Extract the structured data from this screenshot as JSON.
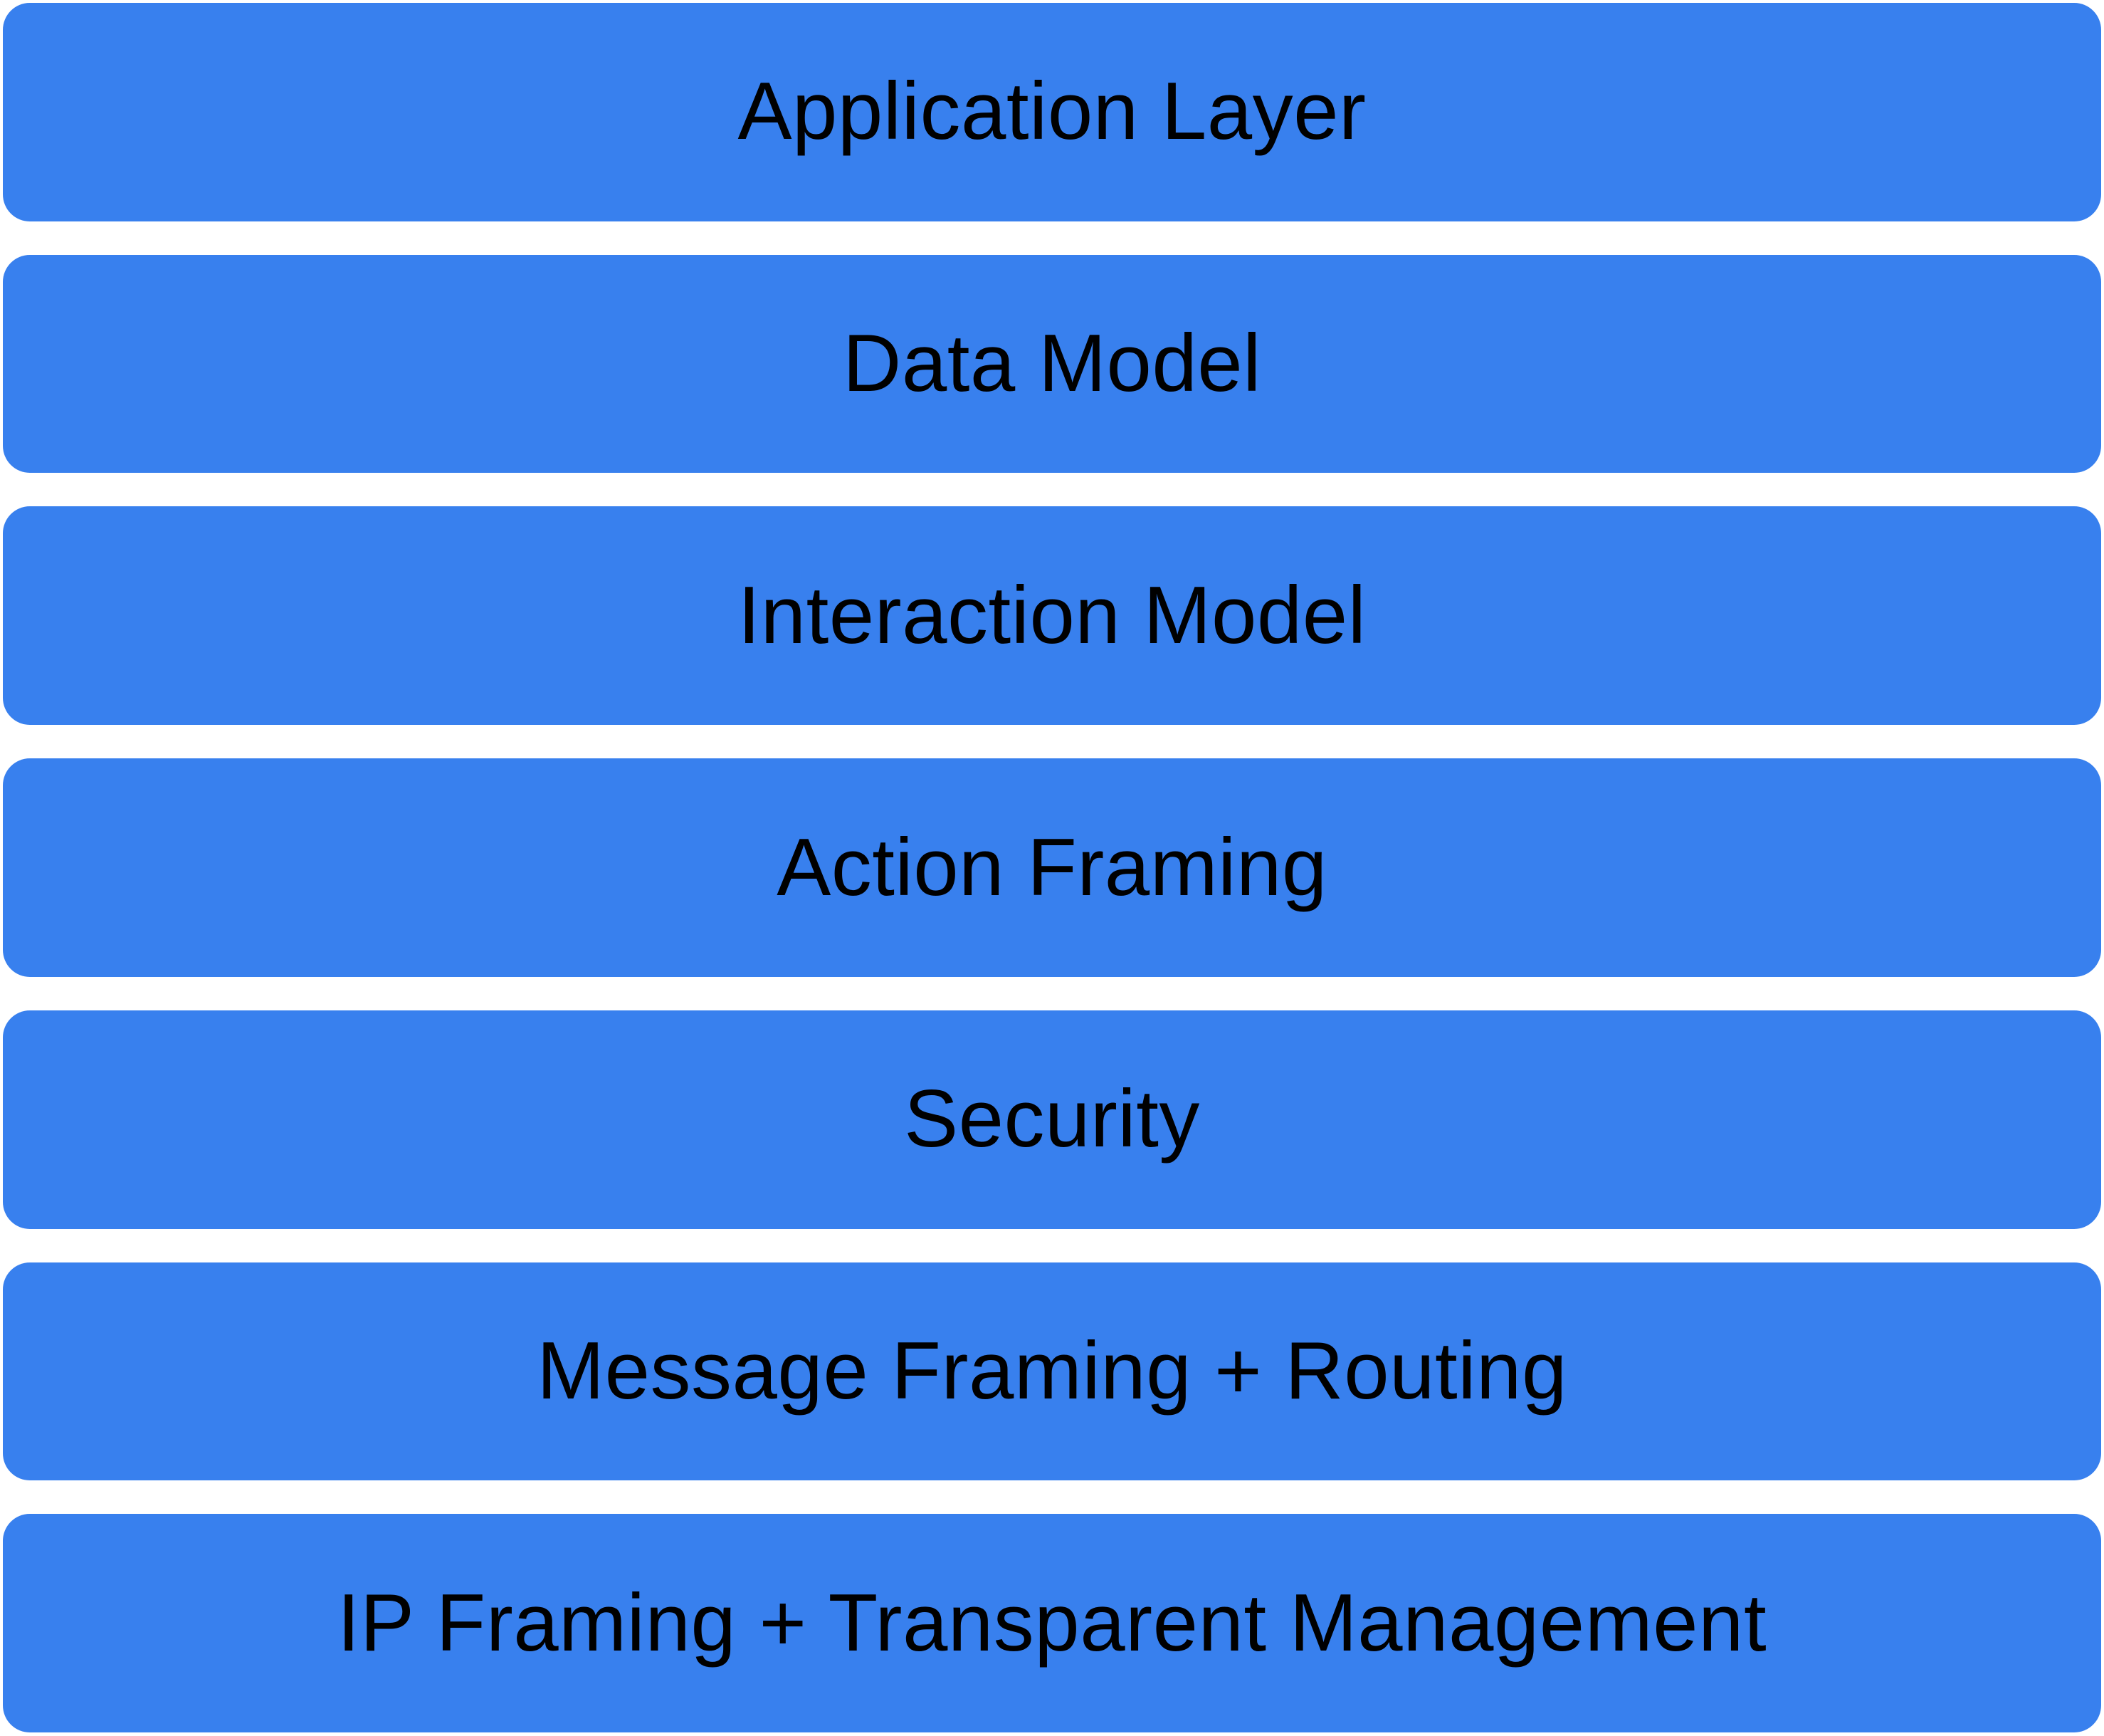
{
  "diagram": {
    "type": "stack",
    "layers": [
      {
        "label": "Application Layer"
      },
      {
        "label": "Data Model"
      },
      {
        "label": "Interaction Model"
      },
      {
        "label": "Action Framing"
      },
      {
        "label": "Security"
      },
      {
        "label": "Message Framing + Routing"
      },
      {
        "label": "IP Framing + Transparent Management"
      }
    ],
    "colors": {
      "layer_fill": "#3880ee",
      "layer_text": "#000000",
      "background": "#ffffff"
    }
  }
}
